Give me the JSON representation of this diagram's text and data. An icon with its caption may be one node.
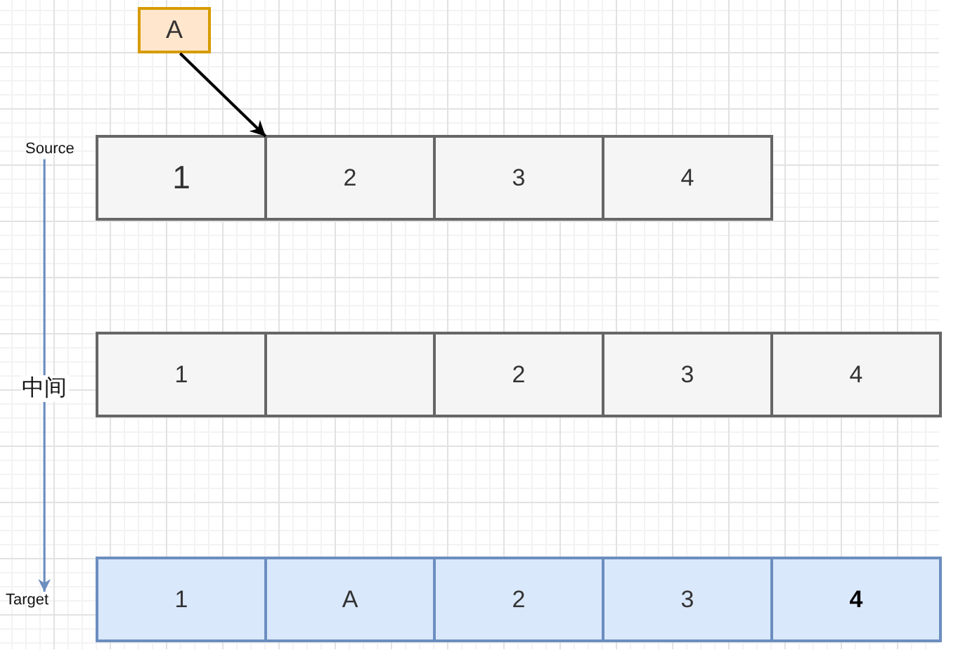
{
  "diagram": {
    "nodes": [
      {
        "text": [
          "A"
        ]
      },
      {
        "text": [
          "Source"
        ]
      },
      {
        "text": [
          "1"
        ]
      },
      {
        "text": [
          "2"
        ]
      },
      {
        "text": [
          "3"
        ]
      },
      {
        "text": [
          "4"
        ]
      },
      {
        "text": [
          "1"
        ]
      },
      {
        "text": [],
        "shape": "box"
      },
      {
        "text": [
          "2"
        ]
      },
      {
        "text": [
          "3"
        ]
      },
      {
        "text": [
          "4"
        ]
      },
      {
        "text": [
          "Target"
        ]
      },
      {
        "text": [
          "1"
        ]
      },
      {
        "text": [
          "A"
        ]
      },
      {
        "text": [
          "2"
        ]
      },
      {
        "text": [
          "3"
        ]
      },
      {
        "text": [
          "4"
        ]
      }
    ],
    "edges": [
      {
        "from": 0,
        "to": 3,
        "arrow": "to"
      },
      {
        "from": 1,
        "to": 11,
        "arrow": "to",
        "label": "中间",
        "color": "#6c8ebf"
      }
    ]
  }
}
